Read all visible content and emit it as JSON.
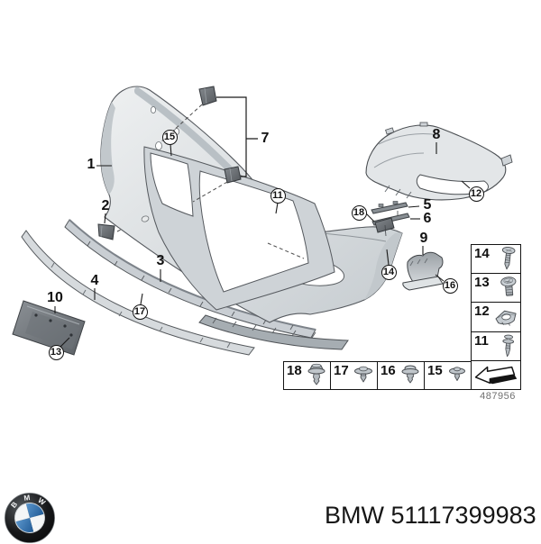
{
  "diagram": {
    "drawing_number": "487956",
    "callouts": {
      "n1": "1",
      "n2": "2",
      "n3": "3",
      "n4": "4",
      "n5": "5",
      "n6": "6",
      "n7": "7",
      "n8": "8",
      "n9": "9",
      "n10": "10",
      "c11": "11",
      "c12": "12",
      "c13": "13",
      "c14": "14",
      "c15": "15",
      "c16": "16",
      "c17": "17",
      "c18": "18"
    }
  },
  "legend_side": {
    "rows": [
      {
        "num": "14",
        "icon": "self-tapping-screw-icon"
      },
      {
        "num": "13",
        "icon": "round-head-screw-icon"
      },
      {
        "num": "12",
        "icon": "speed-nut-clip-icon"
      },
      {
        "num": "11",
        "icon": "expansion-rivet-icon"
      },
      {
        "num": "",
        "icon": "direction-arrow-icon"
      }
    ]
  },
  "legend_bottom": {
    "cells": [
      {
        "num": "18",
        "icon": "expansion-clip-icon"
      },
      {
        "num": "17",
        "icon": "washer-clip-icon"
      },
      {
        "num": "16",
        "icon": "expansion-clip-icon"
      },
      {
        "num": "15",
        "icon": "washer-clip-icon"
      }
    ]
  },
  "footer": {
    "logo": "bmw-roundel-logo",
    "logo_letters": [
      "B",
      "M",
      "W"
    ],
    "part_label": "BMW 51117399983"
  },
  "colors": {
    "line": "#1a1a1a",
    "part_light": "#d6dadd",
    "part_mid": "#b9c0c5",
    "part_dark": "#6d7277",
    "bmw_blue": "#2f6fae"
  }
}
